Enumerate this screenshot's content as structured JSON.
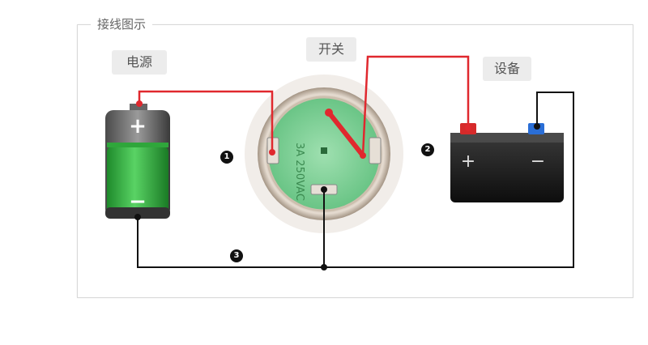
{
  "diagram": {
    "title": "接线图示",
    "labels": {
      "power": "电源",
      "switch": "开关",
      "device": "设备"
    },
    "markers": [
      "1",
      "2",
      "3"
    ],
    "switch_face_text": "3A 250VAC",
    "battery_plus": "+",
    "battery_minus": "−",
    "device_plus": "+",
    "device_minus": "−",
    "colors": {
      "wire_red": "#e0282e",
      "wire_black": "#111111",
      "battery_green": "#3fbf4a",
      "switch_green": "#7fd49a",
      "switch_ring": "#c9b9a8",
      "device_body": "#1c1c1c",
      "terminal_red": "#d62a2a",
      "terminal_blue": "#2a6ed6"
    }
  }
}
